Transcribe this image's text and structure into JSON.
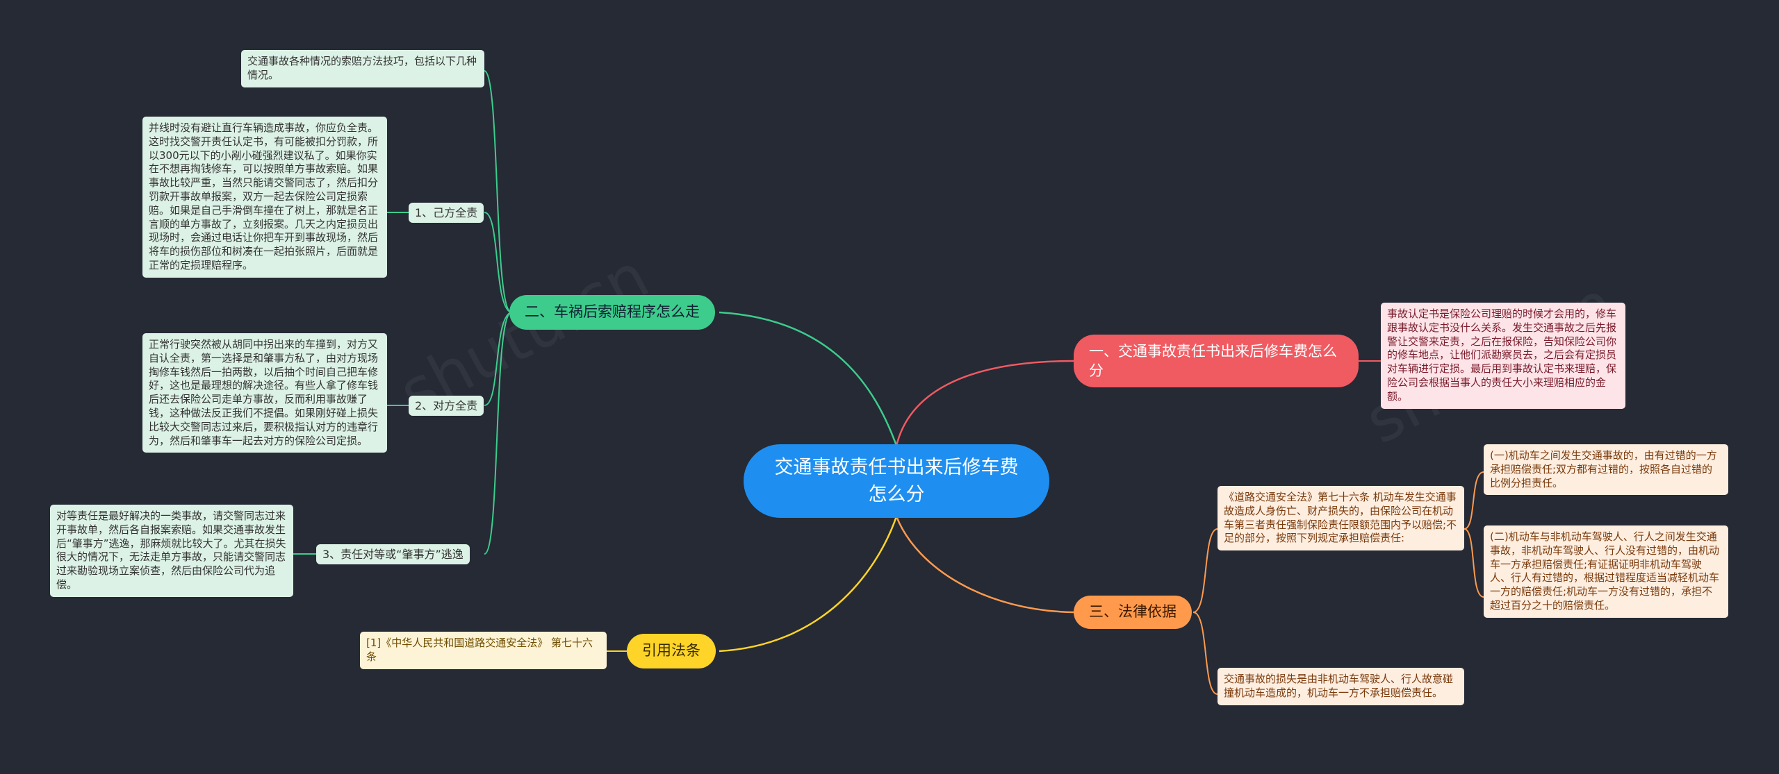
{
  "root": {
    "title": "交通事故责任书出来后修车费怎么分"
  },
  "colors": {
    "background": "#252a35",
    "root": "#1e8ff0",
    "green": "#3dcc8c",
    "red": "#f05a61",
    "orange": "#ff9a4d",
    "yellow": "#ffd428"
  },
  "branches": {
    "b1": {
      "label": "二、车祸后索赔程序怎么走",
      "intro": "交通事故各种情况的索赔方法技巧，包括以下几种情况。",
      "item1_label": "1、己方全责",
      "item1_text": "并线时没有避让直行车辆造成事故，你应负全责。这时找交警开责任认定书，有可能被扣分罚款，所以300元以下的小剐小碰强烈建议私了。如果你实在不想再掏钱修车，可以按照单方事故索赔。如果事故比较严重，当然只能请交警同志了，然后扣分罚款开事故单报案，双方一起去保险公司定损索赔。如果是自己手滑倒车撞在了树上，那就是名正言顺的单方事故了，立刻报案。几天之内定损员出现场时，会通过电话让你把车开到事故现场，然后将车的损伤部位和树凑在一起拍张照片，后面就是正常的定损理赔程序。",
      "item2_label": "2、对方全责",
      "item2_text": "正常行驶突然被从胡同中拐出来的车撞到，对方又自认全责，第一选择是和肇事方私了，由对方现场掏修车钱然后一拍两散，以后抽个时间自己把车修好，这也是最理想的解决途径。有些人拿了修车钱后还去保险公司走单方事故，反而利用事故赚了钱，这种做法反正我们不提倡。如果刚好碰上损失比较大交警同志过来后，要积极指认对方的违章行为，然后和肇事车一起去对方的保险公司定损。",
      "item3_label": "3、责任对等或“肇事方”逃逸",
      "item3_text": "对等责任是最好解决的一类事故，请交警同志过来开事故单，然后各自报案索赔。如果交通事故发生后“肇事方”逃逸，那麻烦就比较大了。尤其在损失很大的情况下，无法走单方事故，只能请交警同志过来勘验现场立案侦查，然后由保险公司代为追偿。"
    },
    "b2": {
      "label": "一、交通事故责任书出来后修车费怎么分",
      "text": "事故认定书是保险公司理赔的时候才会用的，修车跟事故认定书没什么关系。发生交通事故之后先报警让交警来定责，之后在报保险，告知保险公司你的修车地点，让他们派勘察员去，之后会有定损员对车辆进行定损。最后用到事故认定书来理赔，保险公司会根据当事人的责任大小来理赔相应的金额。"
    },
    "b3": {
      "label": "三、法律依据",
      "law_text": "《道路交通安全法》第七十六条 机动车发生交通事故造成人身伤亡、财产损失的，由保险公司在机动车第三者责任强制保险责任限额范围内予以赔偿;不足的部分，按照下列规定承担赔偿责任:",
      "clause1": "(一)机动车之间发生交通事故的，由有过错的一方承担赔偿责任;双方都有过错的，按照各自过错的比例分担责任。",
      "clause2": "(二)机动车与非机动车驾驶人、行人之间发生交通事故，非机动车驾驶人、行人没有过错的，由机动车一方承担赔偿责任;有证据证明非机动车驾驶人、行人有过错的，根据过错程度适当减轻机动车一方的赔偿责任;机动车一方没有过错的，承担不超过百分之十的赔偿责任。",
      "note": "交通事故的损失是由非机动车驾驶人、行人故意碰撞机动车造成的，机动车一方不承担赔偿责任。"
    },
    "b4": {
      "label": "引用法条",
      "text": "[1]《中华人民共和国道路交通安全法》 第七十六条"
    }
  }
}
